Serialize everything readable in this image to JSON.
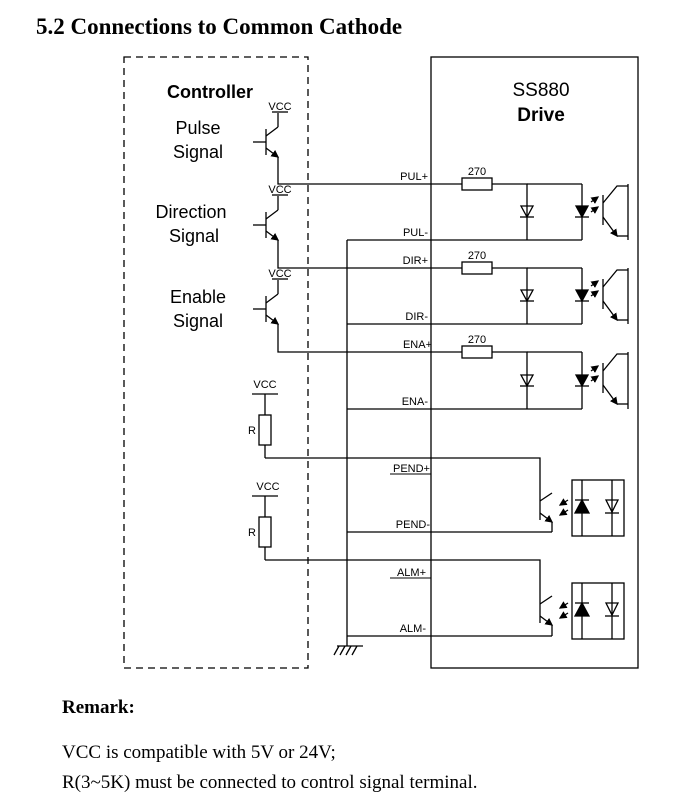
{
  "title": "5.2 Connections to Common Cathode",
  "diagram": {
    "controller_label": "Controller",
    "drive_model": "SS880",
    "drive_label": "Drive",
    "signals": {
      "pulse": [
        "Pulse",
        "Signal"
      ],
      "direction": [
        "Direction",
        "Signal"
      ],
      "enable": [
        "Enable",
        "Signal"
      ]
    },
    "vcc": "VCC",
    "resistor": "R",
    "resistor_value": "270",
    "terminals": {
      "pul_plus": "PUL+",
      "pul_minus": "PUL-",
      "dir_plus": "DIR+",
      "dir_minus": "DIR-",
      "ena_plus": "ENA+",
      "ena_minus": "ENA-",
      "pend_plus": "PEND+",
      "pend_minus": "PEND-",
      "alm_plus": "ALM+",
      "alm_minus": "ALM-"
    }
  },
  "remark": {
    "heading": "Remark:",
    "lines": [
      "VCC is compatible with 5V or 24V;",
      "R(3~5K) must be connected to control signal terminal."
    ]
  }
}
